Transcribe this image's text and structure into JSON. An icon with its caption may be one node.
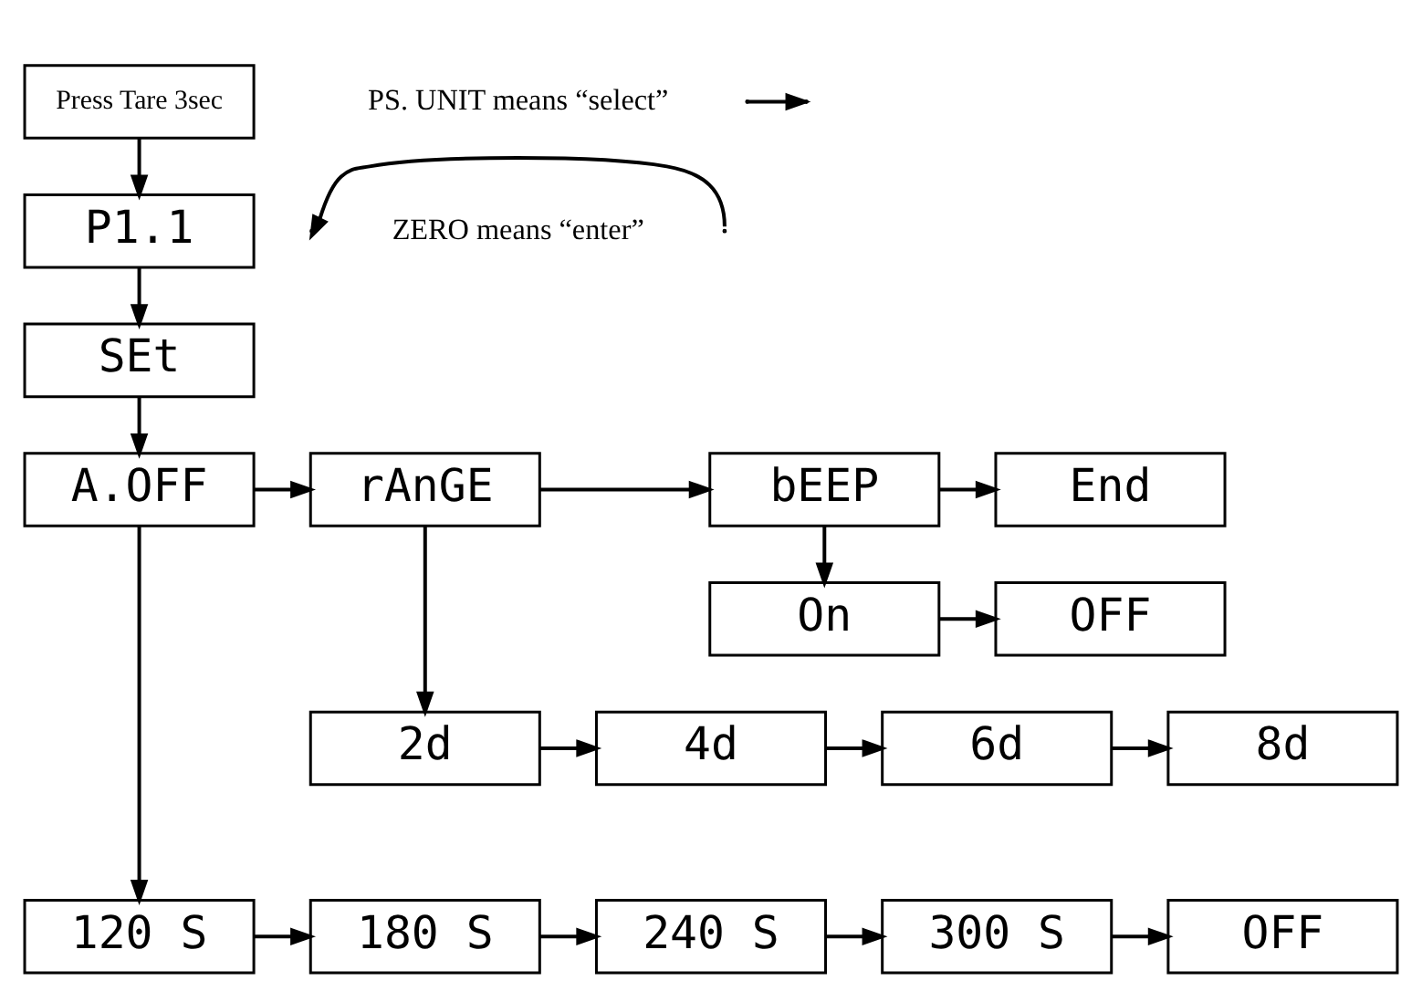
{
  "diagram": {
    "nodes": [
      {
        "text": [
          "Press Tare 3sec"
        ]
      },
      {
        "text": [
          "P1.1"
        ]
      },
      {
        "text": [
          "SEt"
        ]
      },
      {
        "text": [
          "A.OFF"
        ]
      },
      {
        "text": [
          "rAnGE"
        ]
      },
      {
        "text": [
          "bEEP"
        ]
      },
      {
        "text": [
          "End"
        ]
      },
      {
        "text": [
          "On"
        ]
      },
      {
        "text": [
          "OFF"
        ]
      },
      {
        "text": [
          "2d"
        ]
      },
      {
        "text": [
          "4d"
        ]
      },
      {
        "text": [
          "6d"
        ]
      },
      {
        "text": [
          "8d"
        ]
      },
      {
        "text": [
          "120 S"
        ]
      },
      {
        "text": [
          "180 S"
        ]
      },
      {
        "text": [
          "240 S"
        ]
      },
      {
        "text": [
          "300 S"
        ]
      },
      {
        "text": [
          "OFF"
        ]
      }
    ],
    "edges": [
      {
        "from": 0,
        "to": 1,
        "arrow": "to"
      },
      {
        "from": 1,
        "to": 2,
        "arrow": "to"
      },
      {
        "from": 2,
        "to": 3,
        "arrow": "to"
      },
      {
        "from": 3,
        "to": 4,
        "arrow": "to"
      },
      {
        "from": 4,
        "to": 5,
        "arrow": "to"
      },
      {
        "from": 5,
        "to": 6,
        "arrow": "to"
      },
      {
        "from": 5,
        "to": 7,
        "arrow": "to"
      },
      {
        "from": 7,
        "to": 8,
        "arrow": "to"
      },
      {
        "from": 4,
        "to": 9,
        "arrow": "to"
      },
      {
        "from": 9,
        "to": 10,
        "arrow": "to"
      },
      {
        "from": 10,
        "to": 11,
        "arrow": "to"
      },
      {
        "from": 11,
        "to": 12,
        "arrow": "to"
      },
      {
        "from": 3,
        "to": 13,
        "arrow": "to"
      },
      {
        "from": 13,
        "to": 14,
        "arrow": "to"
      },
      {
        "from": 14,
        "to": 15,
        "arrow": "to"
      },
      {
        "from": 15,
        "to": 16,
        "arrow": "to"
      },
      {
        "from": 16,
        "to": 17,
        "arrow": "to"
      }
    ],
    "legend": [
      {
        "text": "PS. UNIT means “select”"
      },
      {
        "text": "ZERO means “enter”"
      }
    ]
  }
}
